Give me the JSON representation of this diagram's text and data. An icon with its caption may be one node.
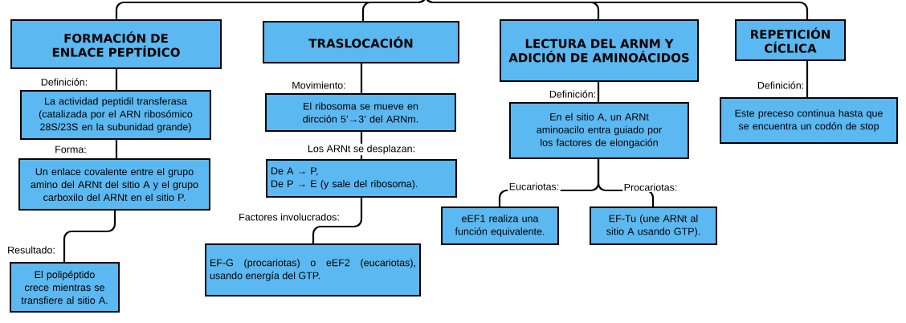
{
  "diagram": {
    "nodes": [
      {
        "text": [
          "FORMACIÓN DE ENLACE PEPTÍDICO"
        ]
      },
      {
        "text": [
          "La actividad peptidil transferasa (catalizada por el ARN ribosómico 28S/23S en la subunidad grande)"
        ]
      },
      {
        "text": [
          "Un enlace covalente entre el grupo amino del ARNt del sitio A y el grupo carboxilo del ARNt en el sitio P."
        ]
      },
      {
        "text": [
          "El polipéptido crece mientras se transfiere al sitio A."
        ]
      },
      {
        "text": [
          "TRASLOCACIÓN"
        ]
      },
      {
        "text": [
          "El ribosoma se mueve en dircción 5’→3’ del ARNm."
        ]
      },
      {
        "text": [
          "De A → P,",
          "De P → E (y sale del ribosoma)."
        ]
      },
      {
        "text": [
          "EF-G (procariotas) o eEF2 (eucariotas), usando energía del GTP."
        ]
      },
      {
        "text": [
          "LECTURA DEL ARNM Y ADICIÓN DE AMINOÁCIDOS"
        ]
      },
      {
        "text": [
          "En el sitio A, un ARNt aminoacilo entra guiado por los factores de elongación"
        ]
      },
      {
        "text": [
          "eEF1 realiza una función equivalente."
        ]
      },
      {
        "text": [
          "EF-Tu (une ARNt al sitio A usando GTP)."
        ]
      },
      {
        "text": [
          "REPETICIÓN CÍCLICA"
        ]
      },
      {
        "text": [
          "Este preceso continua hasta que se encuentra un codón de stop"
        ]
      }
    ],
    "edges": [
      {
        "from": null,
        "to": 0,
        "arrow": "none"
      },
      {
        "from": null,
        "to": 4,
        "arrow": "none"
      },
      {
        "from": null,
        "to": 8,
        "arrow": "none"
      },
      {
        "from": null,
        "to": 12,
        "arrow": "none"
      },
      {
        "from": 0,
        "to": 1,
        "arrow": "none",
        "label": "Definición:"
      },
      {
        "from": 1,
        "to": 2,
        "arrow": "none",
        "label": "Forma:"
      },
      {
        "from": 2,
        "to": 3,
        "arrow": "none",
        "label": "Resultado:"
      },
      {
        "from": 4,
        "to": 5,
        "arrow": "none",
        "label": "Movimiento:"
      },
      {
        "from": 5,
        "to": 6,
        "arrow": "none",
        "label": "Los ARNt se desplazan:"
      },
      {
        "from": 6,
        "to": 7,
        "arrow": "none",
        "label": "Factores involucrados:"
      },
      {
        "from": 8,
        "to": 9,
        "arrow": "none",
        "label": "Definición:"
      },
      {
        "from": 9,
        "to": 10,
        "arrow": "none",
        "label": "Eucariotas:"
      },
      {
        "from": 9,
        "to": 11,
        "arrow": "none",
        "label": "Procariotas:"
      },
      {
        "from": 12,
        "to": 13,
        "arrow": "none",
        "label": "Definición:"
      }
    ]
  }
}
